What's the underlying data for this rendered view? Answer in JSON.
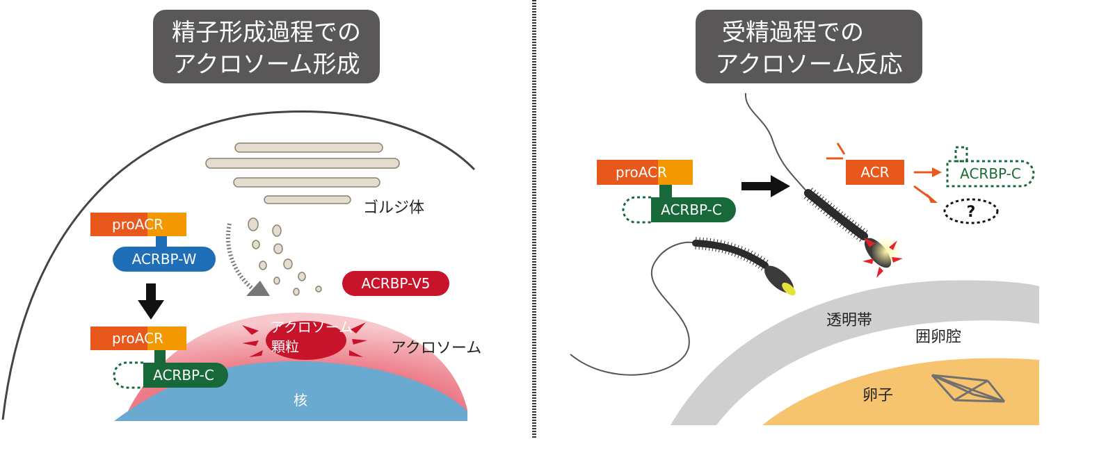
{
  "left_panel": {
    "title_line1": "精子形成過程での",
    "title_line2": "アクロソーム形成",
    "golgi_label": "ゴルジ体",
    "proacr_top": "proACR",
    "acrbp_w": "ACRBP-W",
    "proacr_bottom": "proACR",
    "acrbp_c": "ACRBP-C",
    "acrbp_v5": "ACRBP-V5",
    "granule_line1": "アクロソーム",
    "granule_line2": "顆粒",
    "acrosome_label": "アクロソーム",
    "nucleus_label": "核"
  },
  "right_panel": {
    "title_line1": "受精過程での",
    "title_line2": "アクロソーム反応",
    "proacr": "proACR",
    "acrbp_c": "ACRBP-C",
    "acr": "ACR",
    "acrbp_c_released": "ACRBP-C",
    "unknown": "?",
    "zona_label": "透明帯",
    "perivitelline_label": "囲卵腔",
    "egg_label": "卵子"
  },
  "colors": {
    "title_bg": "#595757",
    "pro_orange": "#e8581c",
    "acr_yellow": "#f39800",
    "acrbp_w_blue": "#1f6fb8",
    "acrbp_c_green": "#17693a",
    "acrbp_v5_red": "#c8142a",
    "acrosome_pink": "#ec7a87",
    "nucleus_blue": "#6aa9d0",
    "egg_yellow": "#f6c46f",
    "zona_gray": "#cfcfcf",
    "golgi_beige": "#e3dccf"
  }
}
